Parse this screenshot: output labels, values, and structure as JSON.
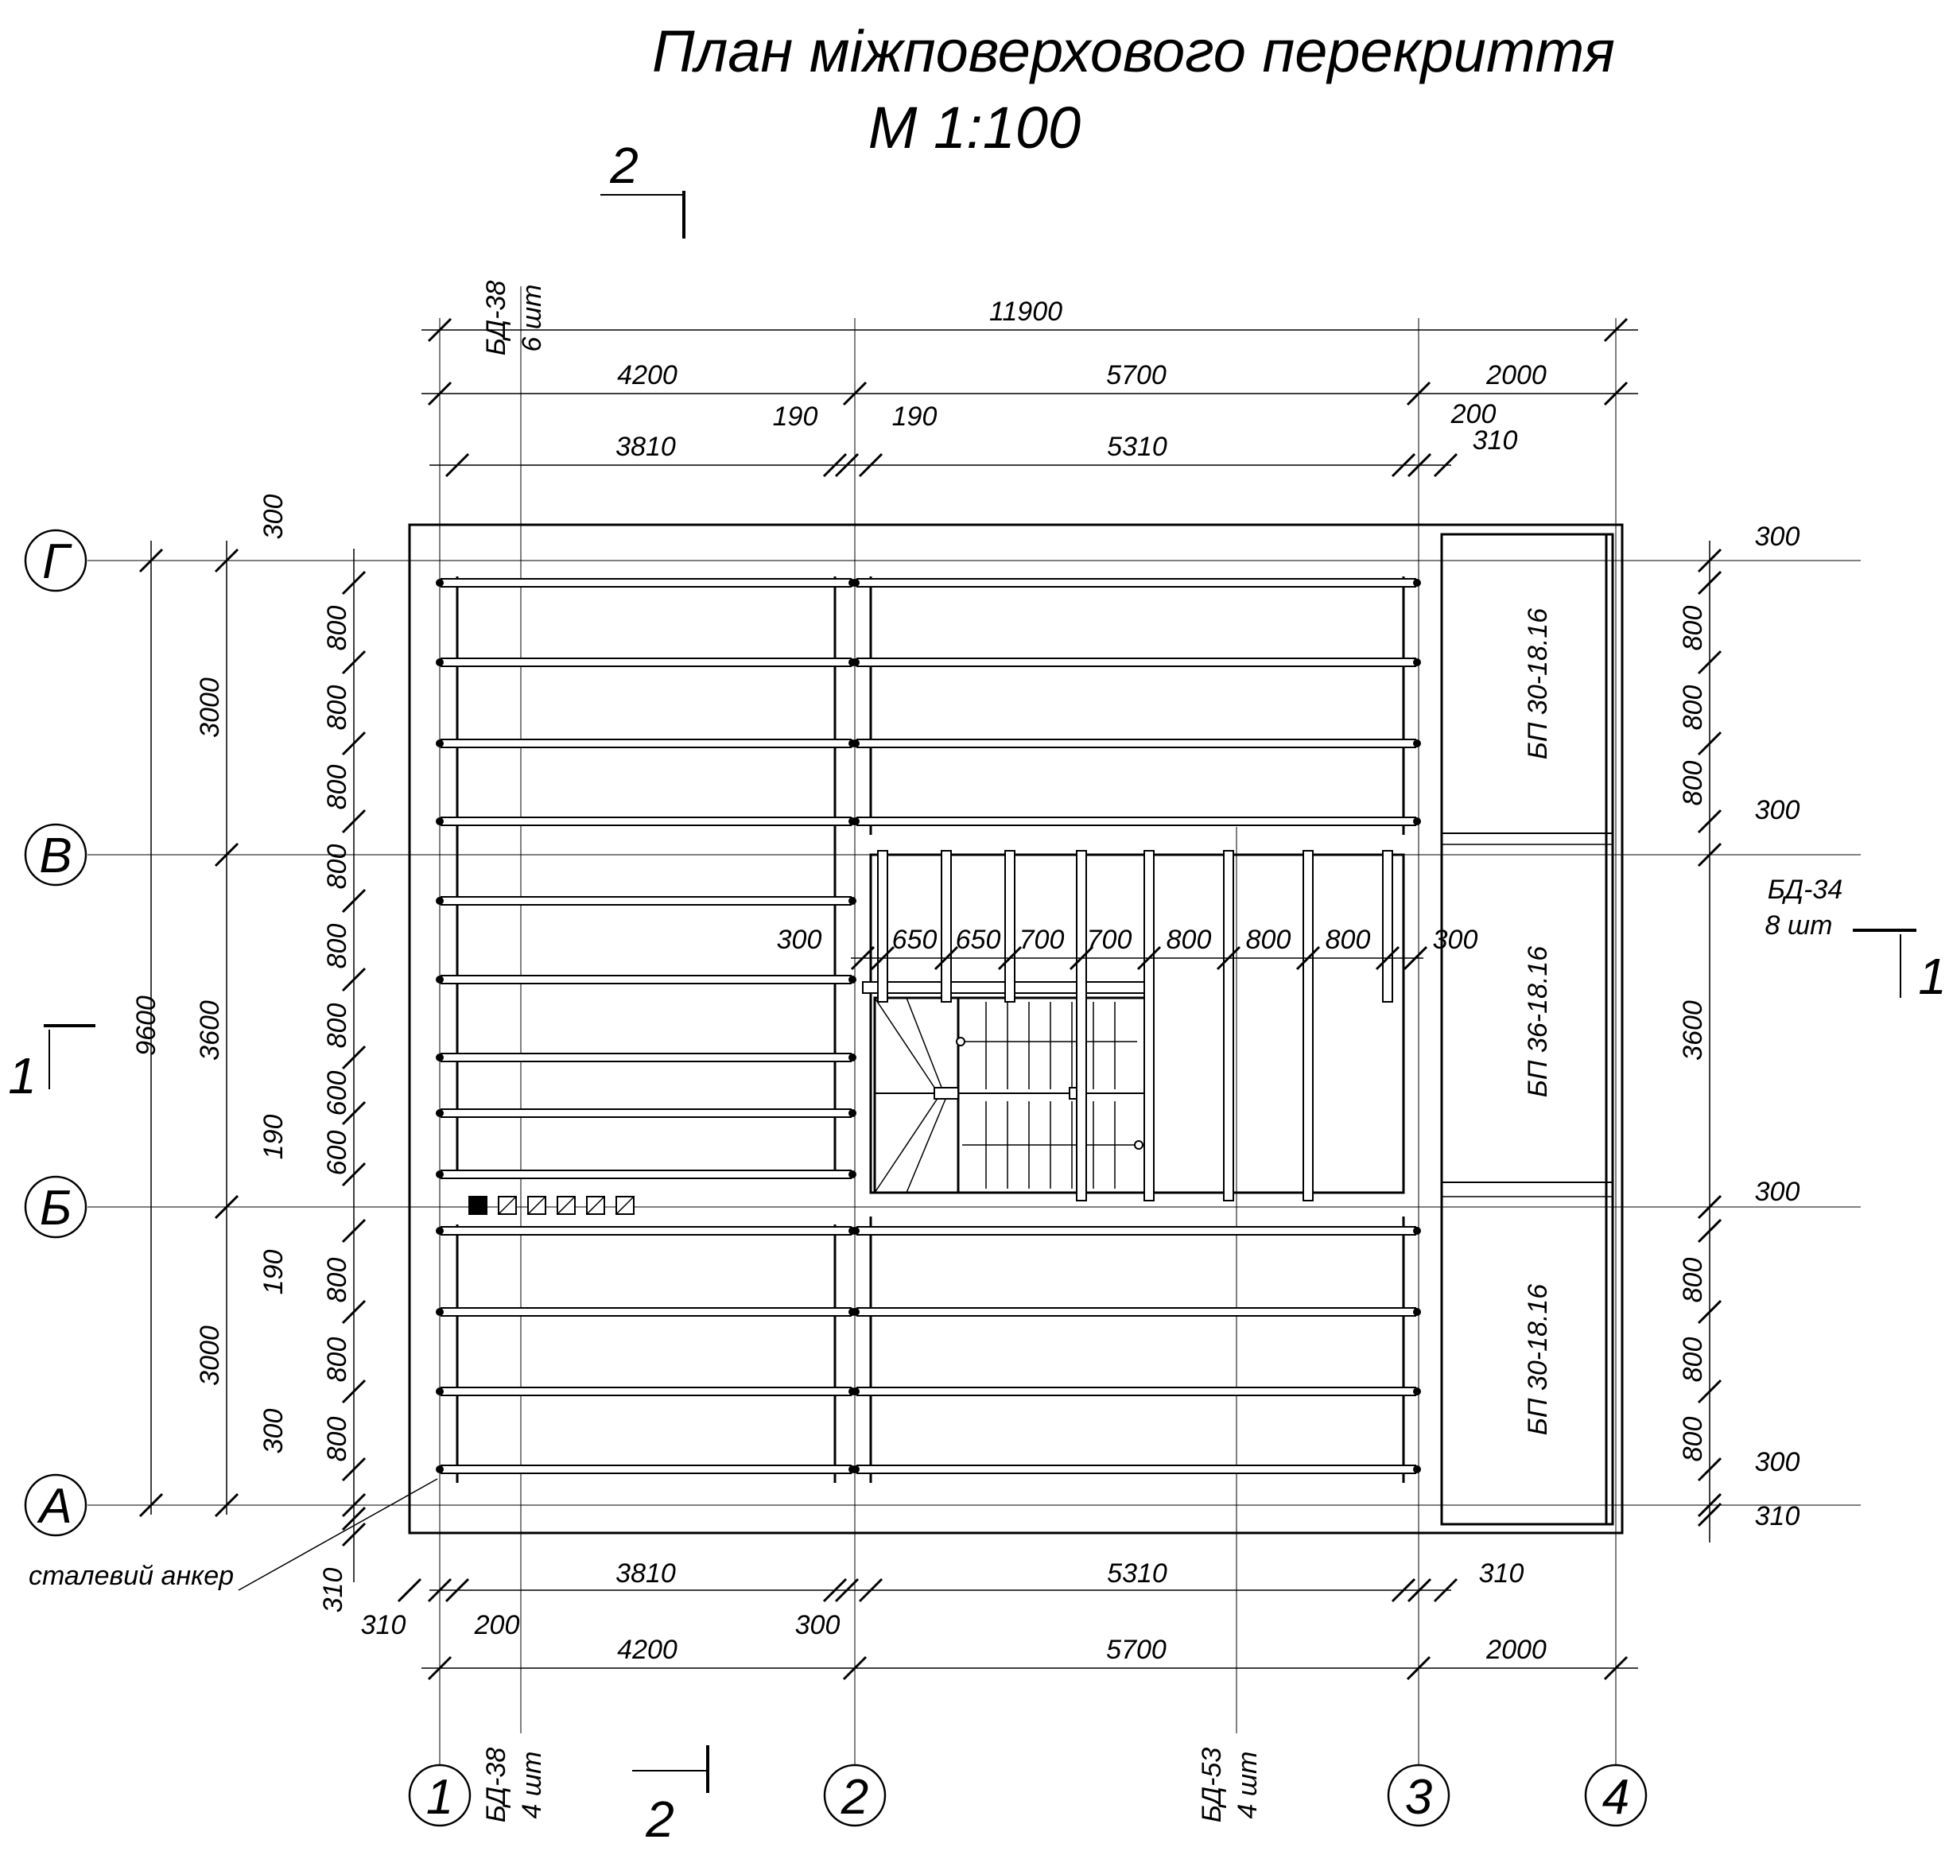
{
  "title": "План міжповерхового перекриття",
  "scale": "М 1:100",
  "axes": {
    "vertical": [
      "1",
      "2",
      "3",
      "4"
    ],
    "horizontal": [
      "Г",
      "В",
      "Б",
      "А"
    ]
  },
  "section_marks": {
    "one": "1",
    "two": "2"
  },
  "dims": {
    "top_total": "11900",
    "top_bays": [
      "4200",
      "5700",
      "2000"
    ],
    "top_inner": [
      "3810",
      "5310"
    ],
    "top_small": [
      "190",
      "190",
      "200",
      "310"
    ],
    "stair_dims": [
      "300",
      "650",
      "650",
      "700",
      "700",
      "800",
      "800",
      "800",
      "300"
    ],
    "left_total": "9600",
    "left_bays": [
      "3000",
      "3600",
      "3000"
    ],
    "left_slabs": [
      "800",
      "800",
      "800",
      "800",
      "800",
      "800",
      "600",
      "600",
      "800",
      "800",
      "800"
    ],
    "left_small": [
      "300",
      "190",
      "190",
      "300",
      "310"
    ],
    "right_bays": [
      "3600"
    ],
    "right_slabs": [
      "800",
      "800",
      "800",
      "800",
      "800",
      "800"
    ],
    "right_small": [
      "300",
      "300",
      "300",
      "300",
      "310"
    ],
    "bottom_inner": [
      "3810",
      "5310",
      "310"
    ],
    "bottom_small": [
      "310",
      "200",
      "300"
    ],
    "bottom_bays": [
      "4200",
      "5700",
      "2000"
    ]
  },
  "labels": {
    "bd38_top": "БД-38",
    "bd38_top_qty": "6 шт",
    "bd34": "БД-34",
    "bd34_qty": "8 шт",
    "bd38_bottom": "БД-38",
    "bd38_bottom_qty": "4 шт",
    "bd53": "БД-53",
    "bd53_qty": "4 шт",
    "anchor": "сталевий анкер",
    "bp_top": "БП 30-18.16",
    "bp_mid": "БП 36-18.16",
    "bp_bot": "БП 30-18.16"
  }
}
